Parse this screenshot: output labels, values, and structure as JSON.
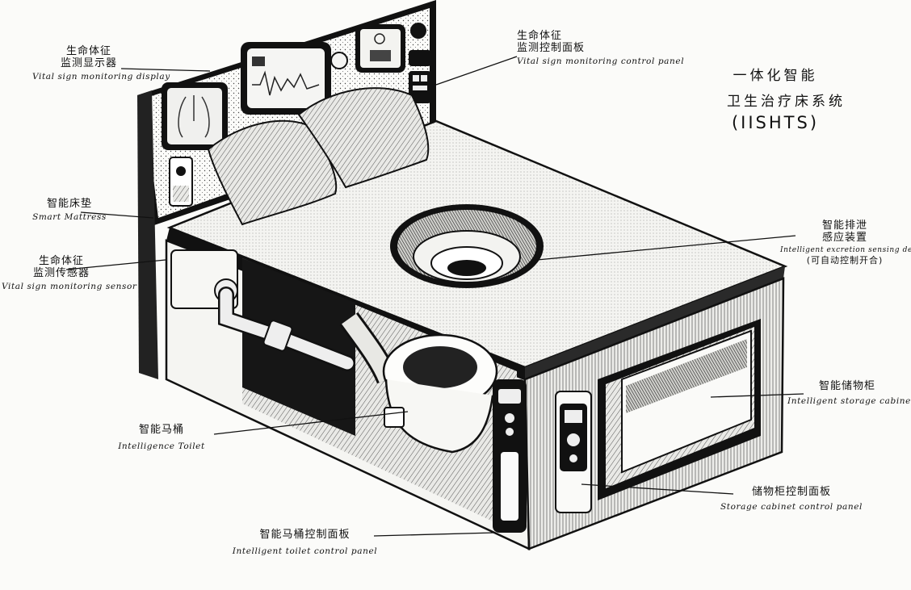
{
  "title": {
    "line1": "一体化智能",
    "line2": "卫生治疗床系统",
    "abbr": "(IISHTS)"
  },
  "labels": [
    {
      "id": "vital-display",
      "zh": "生命体征\n监测显示器",
      "en": "Vital sign monitoring display"
    },
    {
      "id": "vital-panel",
      "zh": "生命体征\n监测控制面板",
      "en": "Vital sign monitoring control panel"
    },
    {
      "id": "smart-mattress",
      "zh": "智能床垫",
      "en": "Smart Mattress"
    },
    {
      "id": "vital-sensor",
      "zh": "生命体征\n监测传感器",
      "en": "Vital sign monitoring sensor"
    },
    {
      "id": "excretion-device",
      "zh": "智能排泄\n感应装置",
      "en": "Intelligent excretion sensing device",
      "note": "(可自动控制开合)"
    },
    {
      "id": "storage-cabinet",
      "zh": "智能储物柜",
      "en": "Intelligent storage cabinet"
    },
    {
      "id": "intelligence-toilet",
      "zh": "智能马桶",
      "en": "Intelligence Toilet"
    },
    {
      "id": "cabinet-panel",
      "zh": "储物柜控制面板",
      "en": "Storage cabinet control panel"
    },
    {
      "id": "toilet-panel",
      "zh": "智能马桶控制面板",
      "en": "Intelligent toilet control panel"
    }
  ],
  "colors": {
    "ink": "#111111",
    "paper": "#fbfbf9",
    "shade": "#555555"
  }
}
